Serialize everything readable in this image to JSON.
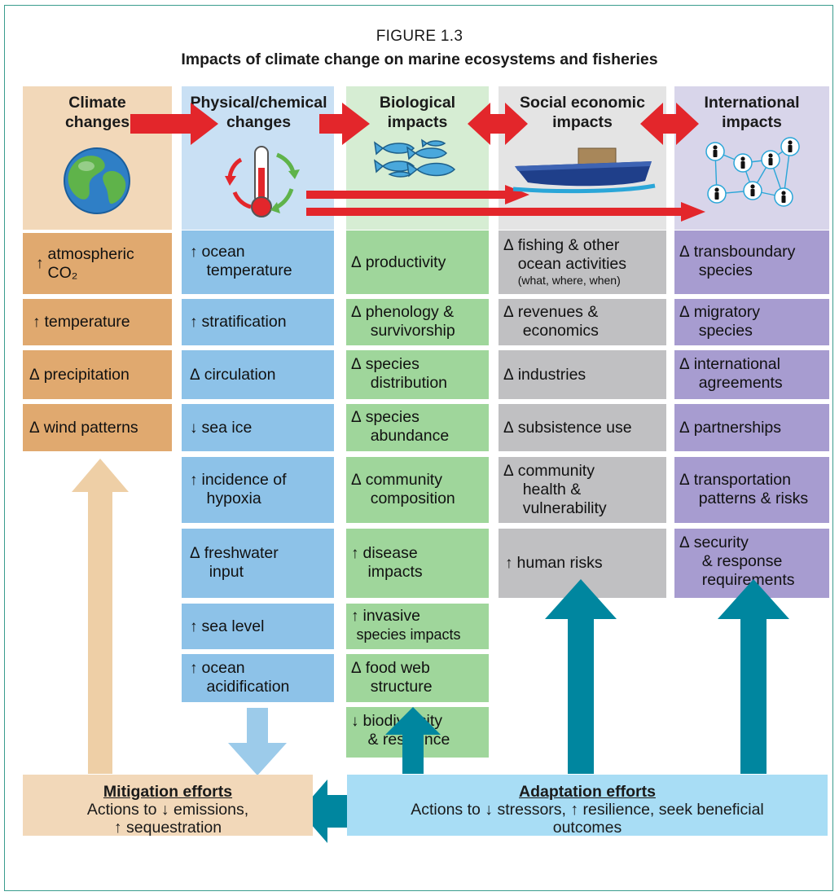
{
  "figure": {
    "number": "FIGURE 1.3",
    "title": "Impacts of climate change on marine ecosystems and fisheries"
  },
  "columns": [
    {
      "heading": [
        "Climate",
        "changes"
      ],
      "icon": "globe-icon",
      "color": "#e0a96f",
      "items": [
        {
          "symbol": "↑",
          "text": [
            "atmospheric",
            "CO₂"
          ]
        },
        {
          "symbol": "↑",
          "text": [
            "temperature"
          ]
        },
        {
          "symbol": "Δ",
          "text": [
            "precipitation"
          ]
        },
        {
          "symbol": "Δ",
          "text": [
            "wind patterns"
          ]
        }
      ]
    },
    {
      "heading": [
        "Physical/chemical",
        "changes"
      ],
      "icon": "thermometer-cycle-icon",
      "color": "#8dc2e8",
      "items": [
        {
          "symbol": "↑",
          "text": [
            "ocean",
            "temperature"
          ]
        },
        {
          "symbol": "↑",
          "text": [
            "stratification"
          ]
        },
        {
          "symbol": "Δ",
          "text": [
            "circulation"
          ]
        },
        {
          "symbol": "↓",
          "text": [
            "sea ice"
          ]
        },
        {
          "symbol": "↑",
          "text": [
            "incidence of",
            "hypoxia"
          ]
        },
        {
          "symbol": "Δ",
          "text": [
            "freshwater",
            "input"
          ]
        },
        {
          "symbol": "↑",
          "text": [
            "sea level"
          ]
        },
        {
          "symbol": "↑",
          "text": [
            "ocean",
            "acidification"
          ]
        }
      ]
    },
    {
      "heading": [
        "Biological",
        "impacts"
      ],
      "icon": "fish-school-icon",
      "color": "#9fd69b",
      "items": [
        {
          "symbol": "Δ",
          "text": [
            "productivity"
          ]
        },
        {
          "symbol": "Δ",
          "text": [
            "phenology &",
            "survivorship"
          ]
        },
        {
          "symbol": "Δ",
          "text": [
            "species",
            "distribution"
          ]
        },
        {
          "symbol": "Δ",
          "text": [
            "species",
            "abundance"
          ]
        },
        {
          "symbol": "Δ",
          "text": [
            "community",
            "composition"
          ]
        },
        {
          "symbol": "↑",
          "text": [
            "disease",
            "impacts"
          ]
        },
        {
          "symbol": "↑",
          "text": [
            "invasive",
            "species impacts"
          ]
        },
        {
          "symbol": "Δ",
          "text": [
            "food web",
            "structure"
          ]
        },
        {
          "symbol": "↓",
          "text": [
            "biodiversity",
            "& resilience"
          ]
        }
      ]
    },
    {
      "heading": [
        "Social economic",
        "impacts"
      ],
      "icon": "fishing-boat-icon",
      "color": "#c0c0c2",
      "items": [
        {
          "symbol": "Δ",
          "text": [
            "fishing & other",
            "ocean activities"
          ],
          "note": "(what, where, when)"
        },
        {
          "symbol": "Δ",
          "text": [
            "revenues &",
            "economics"
          ]
        },
        {
          "symbol": "Δ",
          "text": [
            "industries"
          ]
        },
        {
          "symbol": "Δ",
          "text": [
            "subsistence use"
          ]
        },
        {
          "symbol": "Δ",
          "text": [
            "community",
            "health &",
            "vulnerability"
          ]
        },
        {
          "symbol": "↑",
          "text": [
            "human risks"
          ]
        }
      ]
    },
    {
      "heading": [
        "International",
        "impacts"
      ],
      "icon": "people-network-icon",
      "color": "#a79cd0",
      "items": [
        {
          "symbol": "Δ",
          "text": [
            "transboundary",
            "species"
          ]
        },
        {
          "symbol": "Δ",
          "text": [
            "migratory",
            "species"
          ]
        },
        {
          "symbol": "Δ",
          "text": [
            "international",
            "agreements"
          ]
        },
        {
          "symbol": "Δ",
          "text": [
            "partnerships"
          ]
        },
        {
          "symbol": "Δ",
          "text": [
            "transportation",
            "patterns & risks"
          ]
        },
        {
          "symbol": "Δ",
          "text": [
            "security",
            "& response",
            "requirements"
          ]
        }
      ]
    }
  ],
  "mitigation": {
    "title": "Mitigation efforts",
    "line1": "Actions to ↓ emissions,",
    "line2": "↑ sequestration"
  },
  "adaptation": {
    "title": "Adaptation efforts",
    "line1": "Actions to ↓ stressors, ↑ resilience, seek beneficial",
    "line2": "outcomes"
  },
  "colors": {
    "red_arrow": "#e3262b",
    "teal_arrow": "#00869f",
    "mitigation_bg": "#f2d8b9",
    "adaptation_bg": "#a8ddf5",
    "mitigation_arrow": "#eecfa6",
    "light_blue_arrow": "#9ccbea"
  }
}
